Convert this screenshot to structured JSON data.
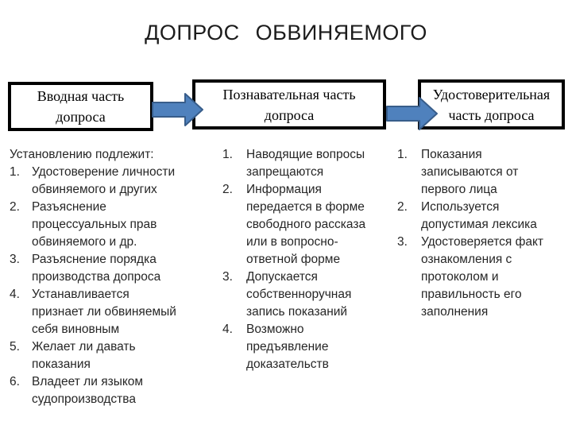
{
  "title": "ДОПРОС ОБВИНЯЕМОГО",
  "boxes": [
    {
      "label": "Вводная часть допроса"
    },
    {
      "label": "Познавательная часть допроса"
    },
    {
      "label": "Удостоверительная часть допроса"
    }
  ],
  "columns": [
    {
      "header": "Установлению подлежит:",
      "items": [
        {
          "num": "1.",
          "text": "Удостоверение личности обвиняемого и других"
        },
        {
          "num": "2.",
          "text": "Разъяснение процессуальных прав обвиняемого и др."
        },
        {
          "num": "3.",
          "text": "Разъяснение порядка производства допроса"
        },
        {
          "num": "4.",
          "text": "Устанавливается признает ли обвиняемый себя виновным"
        },
        {
          "num": "5.",
          "text": "Желает ли давать показания"
        },
        {
          "num": "6.",
          "text": "Владеет ли языком судопроизводства"
        }
      ]
    },
    {
      "header": "",
      "items": [
        {
          "num": "1.",
          "text": "Наводящие вопросы запрещаются"
        },
        {
          "num": "2.",
          "text": "Информация передается в форме свободного рассказа или в вопросно-ответной форме"
        },
        {
          "num": "3.",
          "text": "Допускается собственноручная запись показаний"
        },
        {
          "num": "4.",
          "text": "Возможно предъявление доказательств"
        }
      ]
    },
    {
      "header": "",
      "items": [
        {
          "num": "1.",
          "text": "Показания записываются от первого лица"
        },
        {
          "num": "2.",
          "text": "Используется допустимая лексика"
        },
        {
          "num": "3.",
          "text": "Удостоверяется факт ознакомления с протоколом и правильность его заполнения"
        }
      ]
    }
  ],
  "colors": {
    "arrow_fill": "#4f81bd",
    "arrow_border": "#385d8a",
    "box_border": "#000000",
    "text": "#262626"
  }
}
